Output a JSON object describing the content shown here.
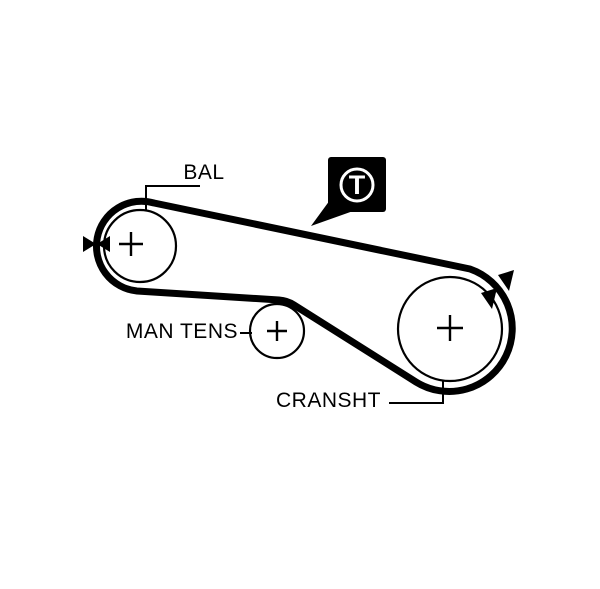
{
  "diagram": {
    "type": "timing-belt-routing-diagram",
    "labels": {
      "bal": "BAL",
      "man_tens": "MAN TENS",
      "cransht": "CRANSHT"
    },
    "badge": {
      "letter": "T",
      "meaning": "tension-check-badge"
    },
    "icons": [
      "belt-direction-arrows-left",
      "belt-direction-arrows-crankshaft",
      "pulley-center-cross"
    ],
    "colors": {
      "ink": "#000000",
      "background": "#ffffff"
    }
  }
}
